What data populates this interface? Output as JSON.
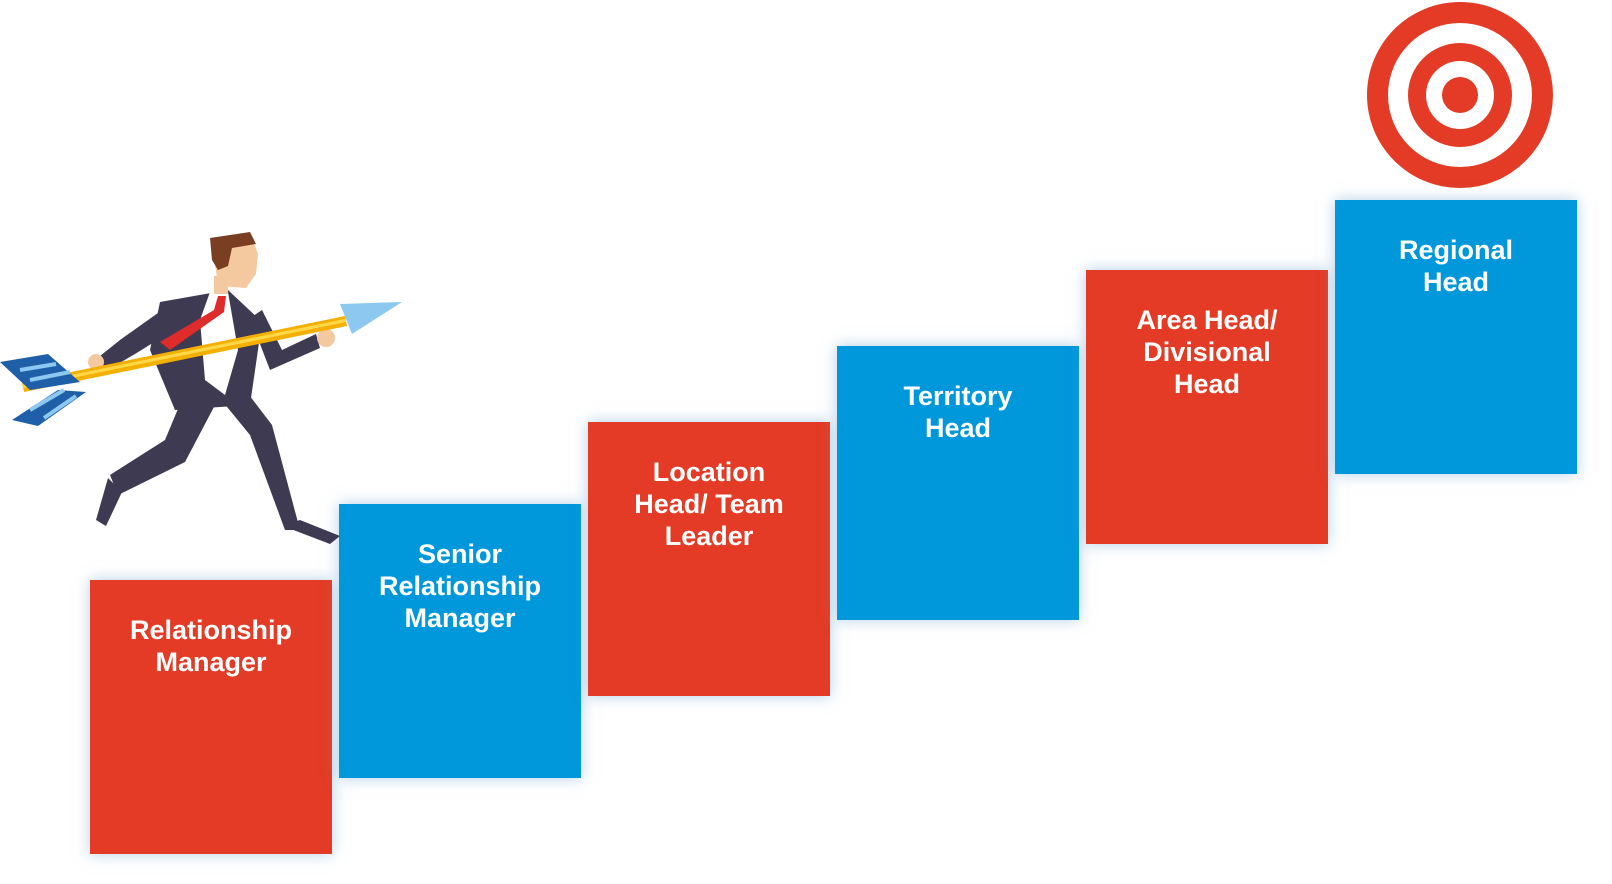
{
  "steps": [
    {
      "label": "Relationship\nManager",
      "color": "#E33B25"
    },
    {
      "label": "Senior\nRelationship\nManager",
      "color": "#0097DB"
    },
    {
      "label": "Location\nHead/ Team\nLeader",
      "color": "#E33B25"
    },
    {
      "label": "Territory\nHead",
      "color": "#0097DB"
    },
    {
      "label": "Area Head/\nDivisional\nHead",
      "color": "#E33B25"
    },
    {
      "label": "Regional\nHead",
      "color": "#0097DB"
    }
  ],
  "icons": {
    "target": "bullseye-target-icon",
    "runner": "businessman-with-arrow-illustration"
  }
}
